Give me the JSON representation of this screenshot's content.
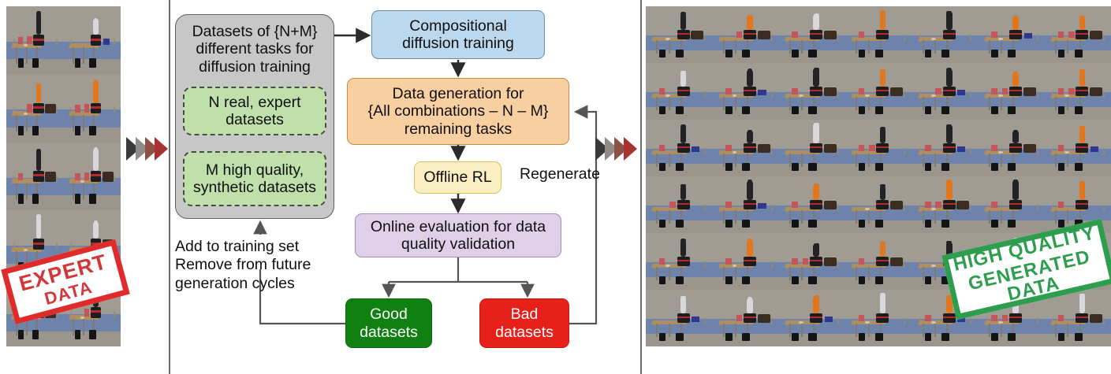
{
  "figure": {
    "left_panel": {
      "label": "expert-data-image-grid",
      "rows": 5,
      "cols": 2
    },
    "right_panel": {
      "label": "generated-data-image-grid",
      "rows": 6,
      "cols": 7
    }
  },
  "stamps": {
    "expert": {
      "line1": "EXPERT",
      "line2": "DATA",
      "color": "#d2373a"
    },
    "generated": {
      "line1": "HIGH QUALITY",
      "line2": "GENERATED DATA",
      "color": "#2e9e4e"
    }
  },
  "flow": {
    "datasets_container": "Datasets of {N+M}\ndifferent tasks for\ndiffusion training",
    "real_datasets": "N real, expert\ndatasets",
    "synthetic_datasets": "M high quality,\nsynthetic datasets",
    "compositional_training": "Compositional\ndiffusion training",
    "data_generation": "Data generation for\n{All combinations – N – M}\nremaining tasks",
    "offline_rl": "Offline RL",
    "online_eval": "Online evaluation for data\nquality validation",
    "good_datasets": "Good\ndatasets",
    "bad_datasets": "Bad\ndatasets",
    "regenerate_label": "Regenerate",
    "add_remove_note": "Add to training set\nRemove from future\ngeneration cycles"
  },
  "colors": {
    "container_gray": "#c7c7c7",
    "dataset_green": "#bfe0ab",
    "training_blue": "#bcd8ef",
    "generation_orange": "#f8cfa0",
    "rl_yellow": "#fbefc2",
    "eval_purple": "#e0cfe8",
    "good_green": "#118012",
    "bad_red": "#e8201a",
    "chevron_1": "#3a3a3a",
    "chevron_2": "#8f8c88",
    "chevron_3": "#8d5245",
    "chevron_4": "#a83232"
  }
}
